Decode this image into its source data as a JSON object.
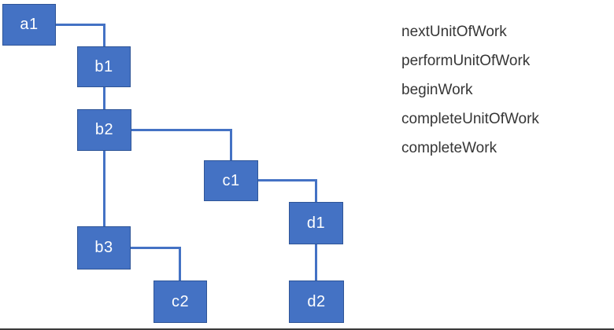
{
  "diagram": {
    "nodes": [
      {
        "id": "a1",
        "label": "a1"
      },
      {
        "id": "b1",
        "label": "b1"
      },
      {
        "id": "b2",
        "label": "b2"
      },
      {
        "id": "c1",
        "label": "c1"
      },
      {
        "id": "d1",
        "label": "d1"
      },
      {
        "id": "b3",
        "label": "b3"
      },
      {
        "id": "c2",
        "label": "c2"
      },
      {
        "id": "d2",
        "label": "d2"
      }
    ],
    "edges": [
      {
        "from": "a1",
        "to": "b1"
      },
      {
        "from": "b1",
        "to": "b2"
      },
      {
        "from": "b2",
        "to": "c1"
      },
      {
        "from": "b2",
        "to": "b3"
      },
      {
        "from": "c1",
        "to": "d1"
      },
      {
        "from": "b3",
        "to": "c2"
      },
      {
        "from": "d1",
        "to": "d2"
      }
    ]
  },
  "function_list": {
    "items": [
      "nextUnitOfWork",
      "performUnitOfWork",
      "beginWork",
      "completeUnitOfWork",
      "completeWork"
    ]
  },
  "colors": {
    "background": "#FFFFFF",
    "node_fill": "#4472C4",
    "node_border": "#2F5597",
    "connector": "#4472C4",
    "node_text": "#FFFFFF",
    "list_text": "#363636",
    "bottom_rule": "#3B3B3B"
  }
}
